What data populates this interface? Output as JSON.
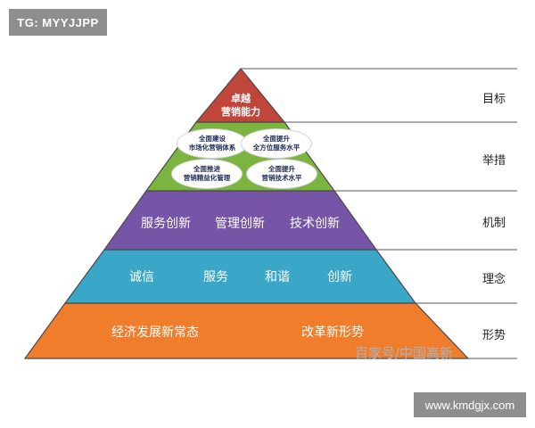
{
  "watermark_tag": "TG: MYYJJPP",
  "site_label": "www.kmdgjx.com",
  "watermark_text": "百家号/中国高新",
  "colors": {
    "top": "#c0453b",
    "measures": "#7bb53f",
    "mechanism": "#7654a8",
    "concept": "#3aa6c8",
    "situation": "#f07d2c",
    "outline": "#4a4a4a"
  },
  "levels": {
    "top": {
      "label": "目标",
      "line1": "卓越",
      "line2": "营销能力"
    },
    "measures": {
      "label": "举措",
      "items": [
        {
          "line1": "全面建设",
          "line2": "市场化营销体系"
        },
        {
          "line1": "全面提升",
          "line2": "全方位服务水平"
        },
        {
          "line1": "全面推进",
          "line2": "营销精益化管理"
        },
        {
          "line1": "全面提升",
          "line2": "营销技术水平"
        }
      ]
    },
    "mechanism": {
      "label": "机制",
      "items": [
        "服务创新",
        "管理创新",
        "技术创新"
      ]
    },
    "concept": {
      "label": "理念",
      "items": [
        "诚信",
        "服务",
        "和谐",
        "创新"
      ]
    },
    "situation": {
      "label": "形势",
      "items": [
        "经济发展新常态",
        "改革新形势"
      ]
    }
  }
}
